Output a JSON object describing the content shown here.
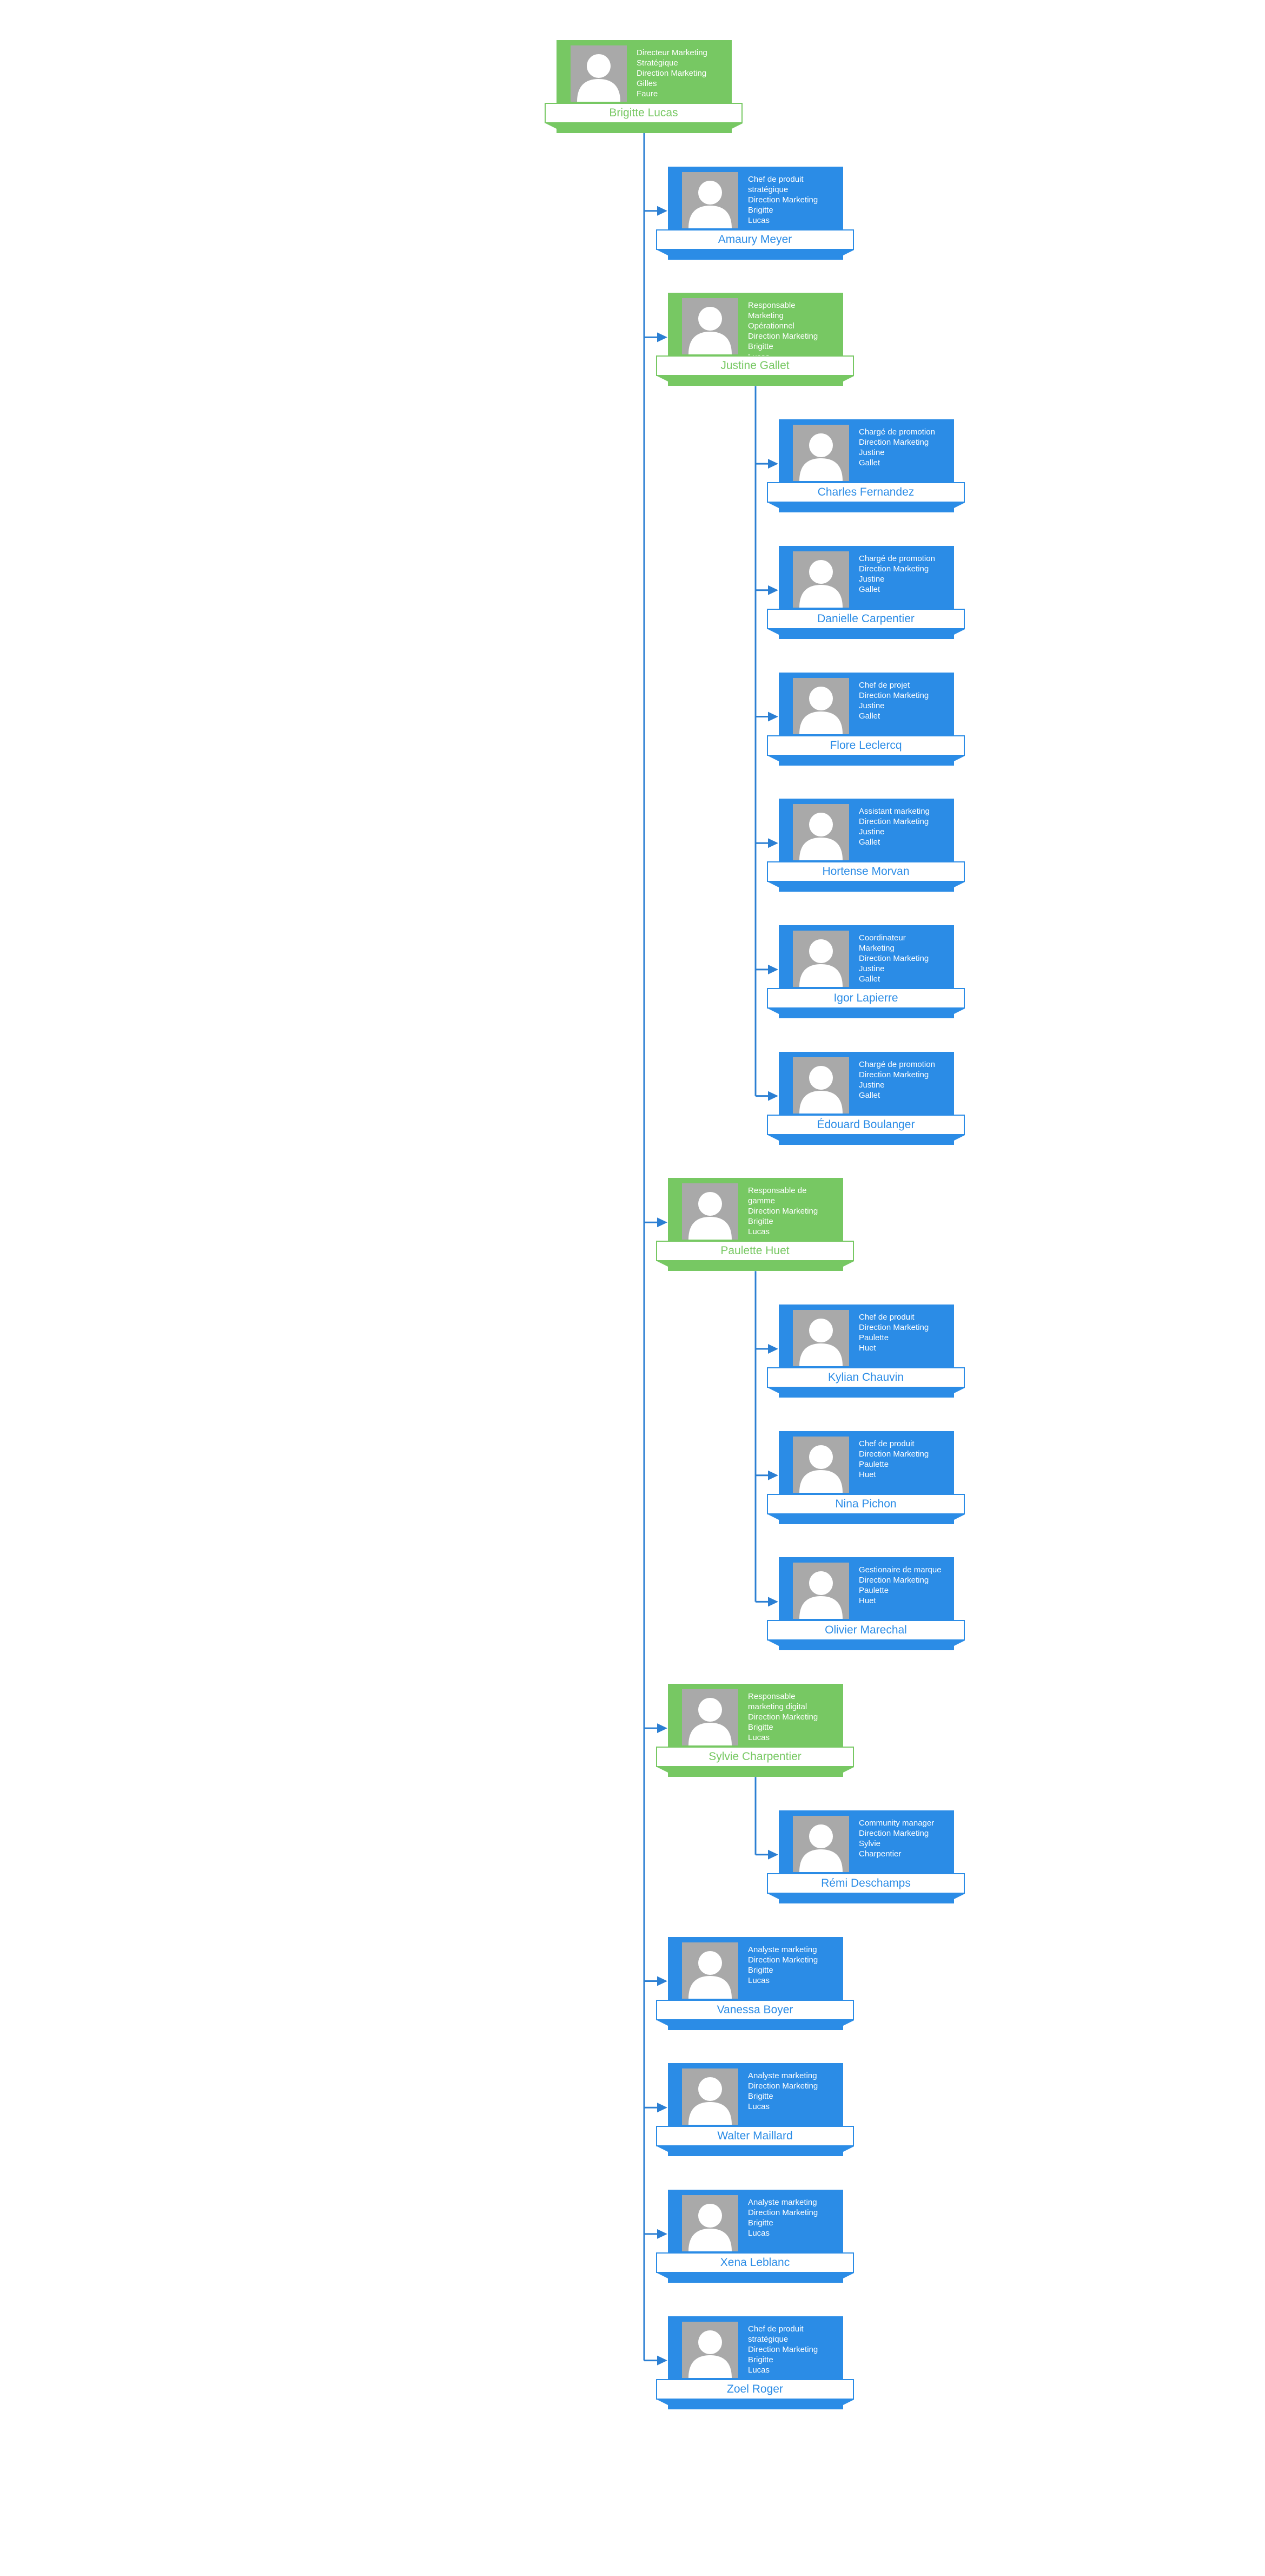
{
  "colors": {
    "blue": "#2b8ce6",
    "green": "#77c863",
    "line": "#2b7fd3",
    "photo": "#a9a9a9"
  },
  "icons": {
    "photo": "person-silhouette-icon"
  },
  "root": {
    "name": "Brigitte Lucas",
    "color": "green",
    "info": [
      "Directeur Marketing",
      "Stratégique",
      "Direction Marketing",
      "Gilles",
      "Faure"
    ],
    "children": [
      {
        "name": "Amaury Meyer",
        "color": "blue",
        "info": [
          "Chef de produit",
          "stratégique",
          "Direction Marketing",
          "Brigitte",
          "Lucas"
        ]
      },
      {
        "name": "Justine Gallet",
        "color": "green",
        "info": [
          "Responsable",
          "Marketing",
          "Opérationnel",
          "Direction Marketing",
          "Brigitte",
          "Lucas"
        ],
        "children": [
          {
            "name": "Charles Fernandez",
            "color": "blue",
            "info": [
              "Chargé de promotion",
              "Direction Marketing",
              "Justine",
              "Gallet"
            ]
          },
          {
            "name": "Danielle Carpentier",
            "color": "blue",
            "info": [
              "Chargé de promotion",
              "Direction Marketing",
              "Justine",
              "Gallet"
            ]
          },
          {
            "name": "Flore Leclercq",
            "color": "blue",
            "info": [
              "Chef de projet",
              "Direction Marketing",
              "Justine",
              "Gallet"
            ]
          },
          {
            "name": "Hortense Morvan",
            "color": "blue",
            "info": [
              "Assistant marketing",
              "Direction Marketing",
              "Justine",
              "Gallet"
            ]
          },
          {
            "name": "Igor Lapierre",
            "color": "blue",
            "info": [
              "Coordinateur",
              "Marketing",
              "Direction Marketing",
              "Justine",
              "Gallet"
            ]
          },
          {
            "name": "Édouard Boulanger",
            "color": "blue",
            "info": [
              "Chargé de promotion",
              "Direction Marketing",
              "Justine",
              "Gallet"
            ]
          }
        ]
      },
      {
        "name": "Paulette Huet",
        "color": "green",
        "info": [
          "Responsable de",
          "gamme",
          "Direction Marketing",
          "Brigitte",
          "Lucas"
        ],
        "children": [
          {
            "name": "Kylian Chauvin",
            "color": "blue",
            "info": [
              "Chef de produit",
              "Direction Marketing",
              "Paulette",
              "Huet"
            ]
          },
          {
            "name": "Nina Pichon",
            "color": "blue",
            "info": [
              "Chef de produit",
              "Direction Marketing",
              "Paulette",
              "Huet"
            ]
          },
          {
            "name": "Olivier Marechal",
            "color": "blue",
            "info": [
              "Gestionaire de marque",
              "Direction Marketing",
              "Paulette",
              "Huet"
            ]
          }
        ]
      },
      {
        "name": "Sylvie Charpentier",
        "color": "green",
        "info": [
          "Responsable",
          "marketing digital",
          "Direction Marketing",
          "Brigitte",
          "Lucas"
        ],
        "children": [
          {
            "name": "Rémi Deschamps",
            "color": "blue",
            "info": [
              "Community manager",
              "Direction Marketing",
              "Sylvie",
              "Charpentier"
            ]
          }
        ]
      },
      {
        "name": "Vanessa Boyer",
        "color": "blue",
        "info": [
          "Analyste marketing",
          "Direction Marketing",
          "Brigitte",
          "Lucas"
        ]
      },
      {
        "name": "Walter Maillard",
        "color": "blue",
        "info": [
          "Analyste marketing",
          "Direction Marketing",
          "Brigitte",
          "Lucas"
        ]
      },
      {
        "name": "Xena Leblanc",
        "color": "blue",
        "info": [
          "Analyste marketing",
          "Direction Marketing",
          "Brigitte",
          "Lucas"
        ]
      },
      {
        "name": "Zoel Roger",
        "color": "blue",
        "info": [
          "Chef de produit",
          "stratégique",
          "Direction Marketing",
          "Brigitte",
          "Lucas"
        ]
      }
    ]
  }
}
